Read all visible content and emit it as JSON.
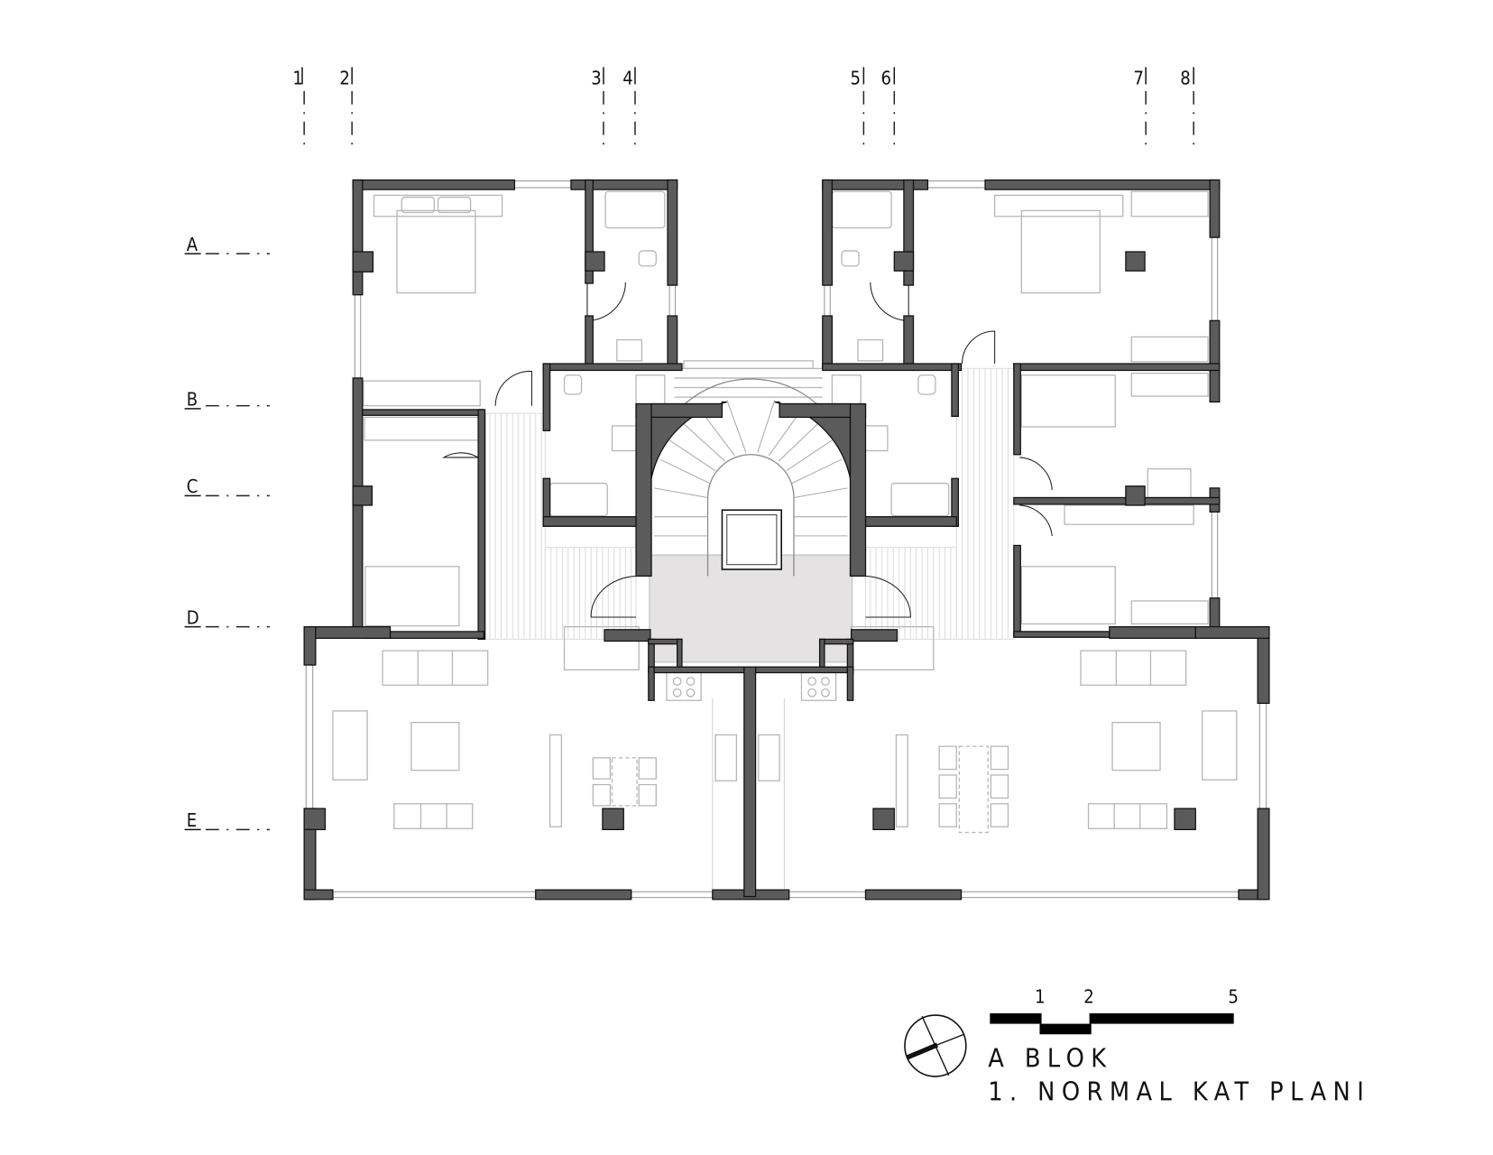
{
  "drawing": {
    "title_line1": "A BLOK",
    "title_line2": "1. NORMAL KAT PLANI",
    "wall_color": "#5b5b5b",
    "lobby_color": "#e4e2e2"
  },
  "grid_axes": {
    "vertical": [
      "1",
      "2",
      "3",
      "4",
      "5",
      "6",
      "7",
      "8"
    ],
    "horizontal": [
      "A",
      "B",
      "C",
      "D",
      "E"
    ]
  },
  "scale_bar": {
    "labels": [
      "1",
      "2",
      "5"
    ]
  },
  "north_arrow": {
    "icon": "north-arrow-icon"
  }
}
